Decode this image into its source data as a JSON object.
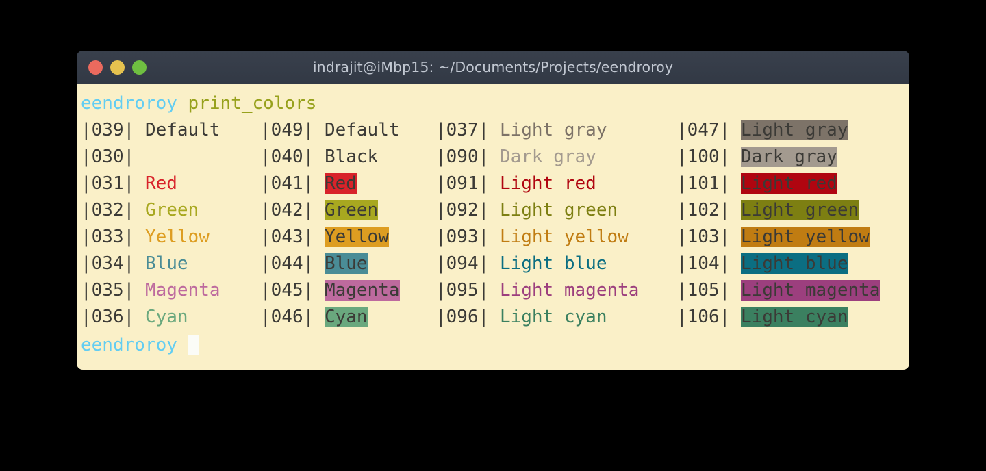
{
  "window": {
    "title": "indrajit@iMbp15: ~/Documents/Projects/eendroroy",
    "traffic_lights": [
      {
        "name": "close",
        "color": "#eb6a5e"
      },
      {
        "name": "minimize",
        "color": "#e5c24f"
      },
      {
        "name": "zoom",
        "color": "#6fbf41"
      }
    ],
    "title_bar_color": "#343b47",
    "screen_background": "#faf0c8",
    "default_foreground": "#3b3a36"
  },
  "command_line": {
    "prompt": "eendroroy",
    "prompt_color": "#62cdf2",
    "command": "print_colors",
    "command_color": "#97a11c"
  },
  "prompt_line": {
    "prompt": "eendroroy",
    "prompt_color": "#62cdf2",
    "cursor_color": "#fbfcf7"
  },
  "rows": [
    {
      "c1": {
        "code": "|039|",
        "label": "Default",
        "fg": "#3b3a36",
        "bg": "transparent"
      },
      "c2": {
        "code": "|049|",
        "label": "Default",
        "fg": "#3b3a36",
        "bg": "transparent"
      },
      "c3": {
        "code": "|037|",
        "label": "Light gray",
        "fg": "#7d7368",
        "bg": "transparent"
      },
      "c4": {
        "code": "|047|",
        "label": "Light gray",
        "fg": "#3b3a36",
        "bg": "#7d7368"
      }
    },
    {
      "c1": {
        "code": "|030|",
        "label": "",
        "fg": "#3b3a36",
        "bg": "transparent"
      },
      "c2": {
        "code": "|040|",
        "label": "Black",
        "fg": "#3b3a36",
        "bg": "transparent"
      },
      "c3": {
        "code": "|090|",
        "label": "Dark gray",
        "fg": "#a39a8f",
        "bg": "transparent"
      },
      "c4": {
        "code": "|100|",
        "label": "Dark gray",
        "fg": "#3b3a36",
        "bg": "#a39a8f"
      }
    },
    {
      "c1": {
        "code": "|031|",
        "label": "Red",
        "fg": "#d8232a",
        "bg": "transparent"
      },
      "c2": {
        "code": "|041|",
        "label": "Red",
        "fg": "#3b3a36",
        "bg": "#d8232a"
      },
      "c3": {
        "code": "|091|",
        "label": "Light red",
        "fg": "#b00510",
        "bg": "transparent"
      },
      "c4": {
        "code": "|101|",
        "label": "Light red",
        "fg": "#3b3a36",
        "bg": "#b00510"
      }
    },
    {
      "c1": {
        "code": "|032|",
        "label": "Green",
        "fg": "#a8a820",
        "bg": "transparent"
      },
      "c2": {
        "code": "|042|",
        "label": "Green",
        "fg": "#3b3a36",
        "bg": "#a8a820"
      },
      "c3": {
        "code": "|092|",
        "label": "Light green",
        "fg": "#7d7f12",
        "bg": "transparent"
      },
      "c4": {
        "code": "|102|",
        "label": "Light green",
        "fg": "#3b3a36",
        "bg": "#7d7f12"
      }
    },
    {
      "c1": {
        "code": "|033|",
        "label": "Yellow",
        "fg": "#dd9d21",
        "bg": "transparent"
      },
      "c2": {
        "code": "|043|",
        "label": "Yellow",
        "fg": "#3b3a36",
        "bg": "#dd9d21"
      },
      "c3": {
        "code": "|093|",
        "label": "Light yellow",
        "fg": "#c07c12",
        "bg": "transparent"
      },
      "c4": {
        "code": "|103|",
        "label": "Light yellow",
        "fg": "#3b3a36",
        "bg": "#c07c12"
      }
    },
    {
      "c1": {
        "code": "|034|",
        "label": "Blue",
        "fg": "#4a8c96",
        "bg": "transparent"
      },
      "c2": {
        "code": "|044|",
        "label": "Blue",
        "fg": "#3b3a36",
        "bg": "#4a8c96"
      },
      "c3": {
        "code": "|094|",
        "label": "Light blue",
        "fg": "#0b6e82",
        "bg": "transparent"
      },
      "c4": {
        "code": "|104|",
        "label": "Light blue",
        "fg": "#3b3a36",
        "bg": "#0b6e82"
      }
    },
    {
      "c1": {
        "code": "|035|",
        "label": "Magenta",
        "fg": "#bd6a9e",
        "bg": "transparent"
      },
      "c2": {
        "code": "|045|",
        "label": "Magenta",
        "fg": "#3b3a36",
        "bg": "#bd6a9e"
      },
      "c3": {
        "code": "|095|",
        "label": "Light magenta",
        "fg": "#9c3f7e",
        "bg": "transparent"
      },
      "c4": {
        "code": "|105|",
        "label": "Light magenta",
        "fg": "#3b3a36",
        "bg": "#9c3f7e"
      }
    },
    {
      "c1": {
        "code": "|036|",
        "label": "Cyan",
        "fg": "#6aa87e",
        "bg": "transparent"
      },
      "c2": {
        "code": "|046|",
        "label": "Cyan",
        "fg": "#3b3a36",
        "bg": "#6aa87e"
      },
      "c3": {
        "code": "|096|",
        "label": "Light cyan",
        "fg": "#3b8060",
        "bg": "transparent"
      },
      "c4": {
        "code": "|106|",
        "label": "Light cyan",
        "fg": "#3b3a36",
        "bg": "#3b8060"
      }
    }
  ]
}
